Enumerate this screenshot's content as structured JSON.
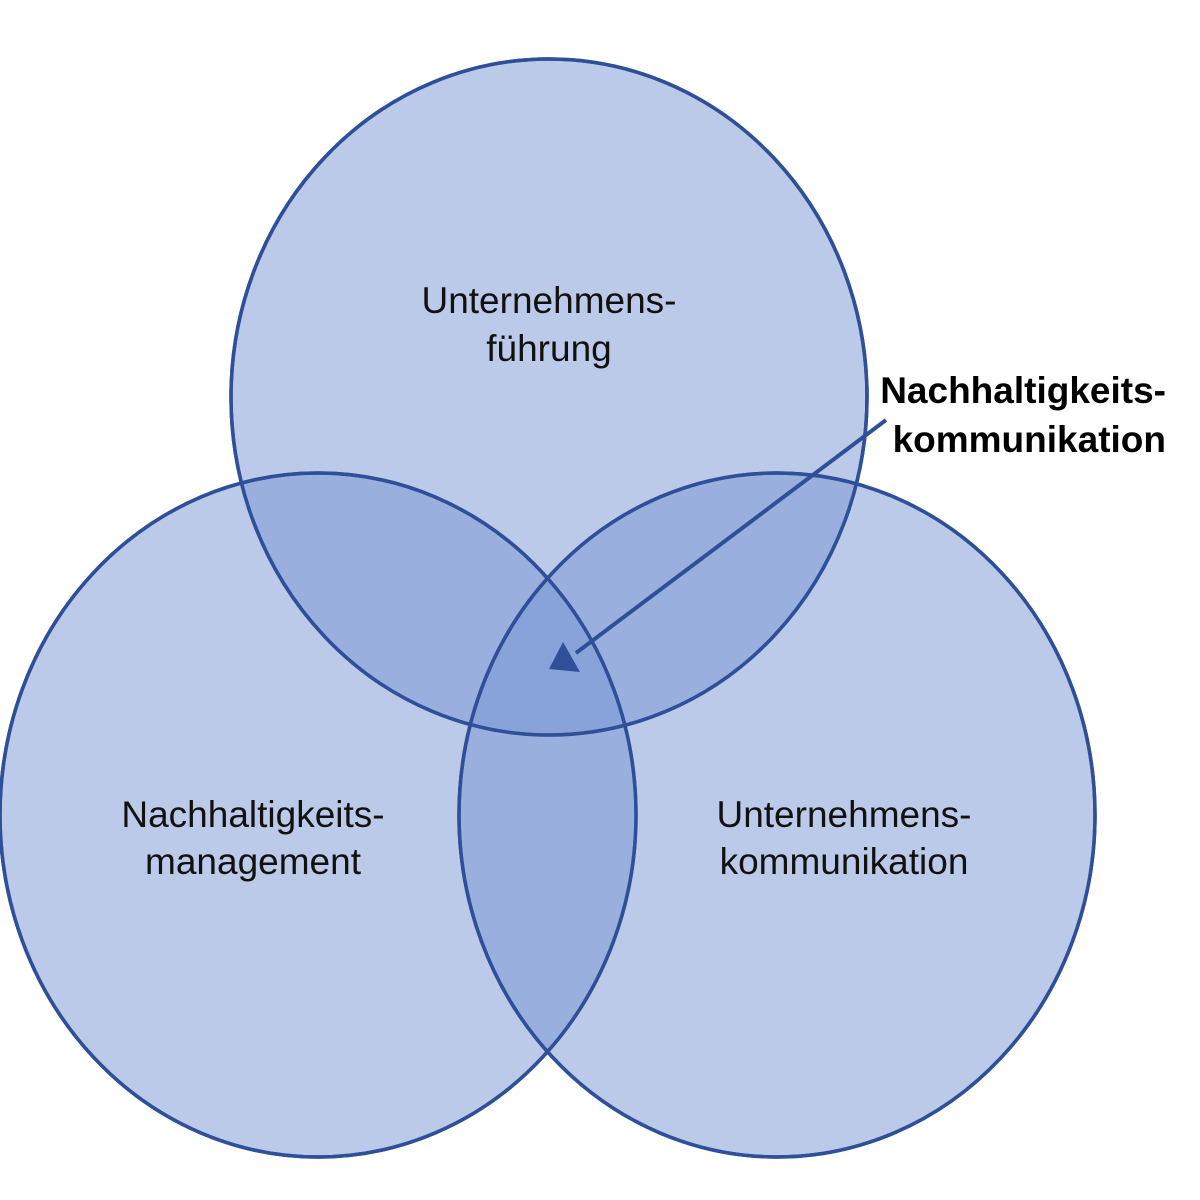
{
  "diagram": {
    "circles": {
      "top": {
        "label_line1": "Unternehmens-",
        "label_line2": "führung"
      },
      "left": {
        "label_line1": "Nachhaltigkeits-",
        "label_line2": "management"
      },
      "right": {
        "label_line1": "Unternehmens-",
        "label_line2": "kommunikation"
      }
    },
    "callout": {
      "line1": "Nachhaltigkeits-",
      "line2": "kommunikation"
    },
    "colors": {
      "fill": "#7896d4",
      "stroke": "#2f4f99",
      "text": "#111111"
    }
  }
}
